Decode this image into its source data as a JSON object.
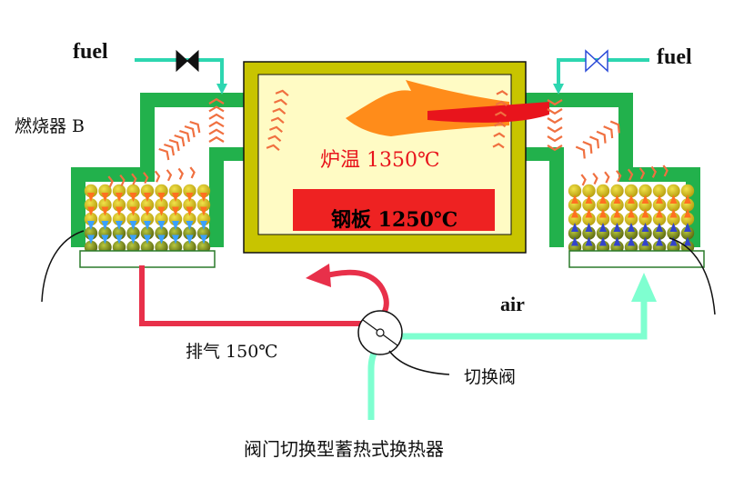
{
  "labels": {
    "fuel_left": "fuel",
    "fuel_right": "fuel",
    "burner_b": "燃烧器 B",
    "furnace_temp": "炉温 1350℃",
    "steel_plate": "钢板 1250℃",
    "exhaust": "排气 150℃",
    "air": "air",
    "switch_valve": "切换阀",
    "caption": "阀门切换型蓄热式换热器"
  },
  "colors": {
    "green_pipe": "#22b14c",
    "fuel_line": "#2dd6b0",
    "furnace_wall": "#c8c400",
    "furnace_inner": "#fffbc4",
    "steel_plate": "#ee2222",
    "exhaust_line": "#e8304a",
    "air_line": "#7fffd0",
    "flame_orange": "#ff8c1a",
    "flame_red": "#e8141c",
    "heat_arrows": "#f07040",
    "cool_arrows": "#3aa0ff",
    "hot_arrows": "#ff7020",
    "blue_arrows": "#3344cc"
  }
}
